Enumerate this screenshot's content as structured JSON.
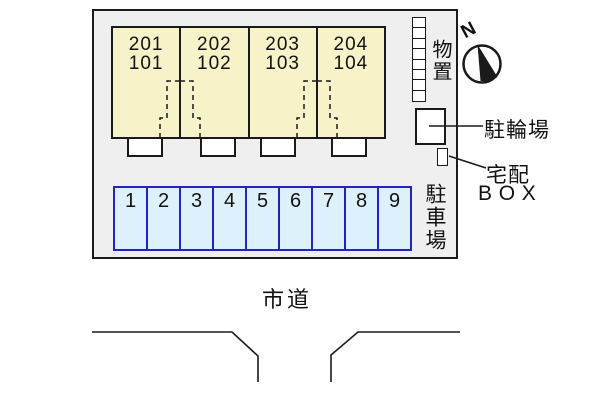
{
  "diagram": {
    "building": {
      "units": [
        {
          "line1": "201",
          "line2": "101"
        },
        {
          "line1": "202",
          "line2": "102"
        },
        {
          "line1": "203",
          "line2": "103"
        },
        {
          "line1": "204",
          "line2": "104"
        }
      ]
    },
    "storage": {
      "label": "物置",
      "box_count": 8
    },
    "bicycle_area": {
      "label": "駐輪場"
    },
    "delivery_box": {
      "line1": "宅配",
      "line2": "BOX"
    },
    "parking": {
      "label": "駐車場",
      "stalls": [
        "1",
        "2",
        "3",
        "4",
        "5",
        "6",
        "7",
        "8",
        "9"
      ]
    },
    "compass": {
      "label": "N"
    },
    "road": {
      "label": "市道"
    }
  },
  "colors": {
    "site_fill": "#efefef",
    "building_fill": "#f7f3c9",
    "parking_fill": "#dcf1fb",
    "parking_border": "#2323bf",
    "line": "#1a1a1a"
  }
}
